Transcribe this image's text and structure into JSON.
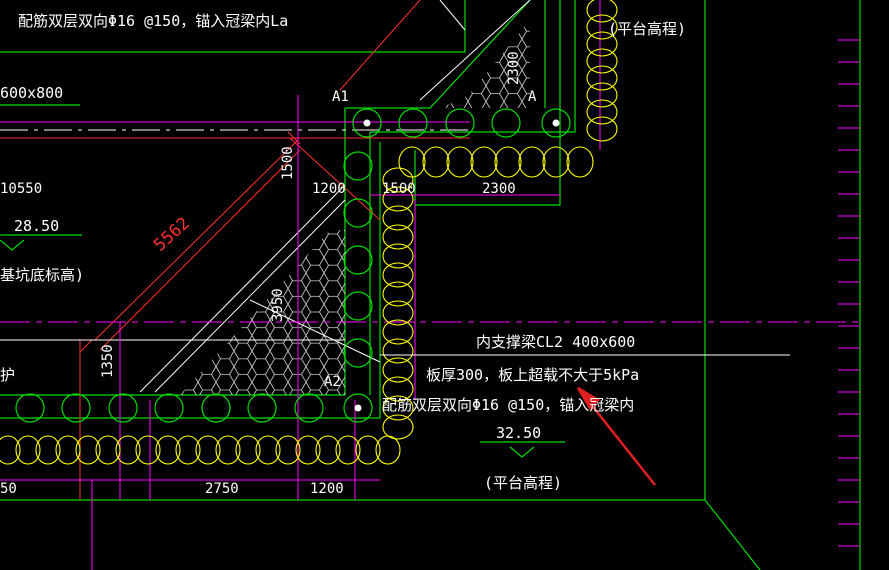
{
  "labels": {
    "rebar_top": "配筋双层双向Φ16 @150，锚入冠梁内La",
    "section_top": "600x800",
    "grid_a1": "A1",
    "grid_a": "A",
    "grid_a2": "A2",
    "dim_2300_vert": "2300",
    "dim_1500_vert": "1500",
    "dim_1200_top": "1200",
    "dim_1500_horiz": "1500",
    "dim_2300_horiz": "2300",
    "dim_10550": "10550",
    "elev_2850": "28.50",
    "pit_bottom": "基坑底标高)",
    "dim_5562": "5562",
    "dim_3950": "3950",
    "dim_1350": "1350",
    "hu": "护",
    "platform_top": "(平台高程)",
    "support_beam": "内支撑梁CL2  400x600",
    "slab_note": "板厚300，板上超载不大于5kPa",
    "rebar_bottom": "配筋双层双向Φ16 @150，锚入冠梁内",
    "elev_3250": "32.50",
    "platform_bottom": "(平台高程)",
    "dim_2750": "2750",
    "dim_1200_bottom": "1200",
    "dim_50": "50"
  },
  "colors": {
    "background": "#000000",
    "green": "#00dd00",
    "magenta": "#ff00ff",
    "yellow": "#ffff00",
    "red": "#ff3030",
    "white": "#ffffff",
    "arrow": "#e02020"
  }
}
